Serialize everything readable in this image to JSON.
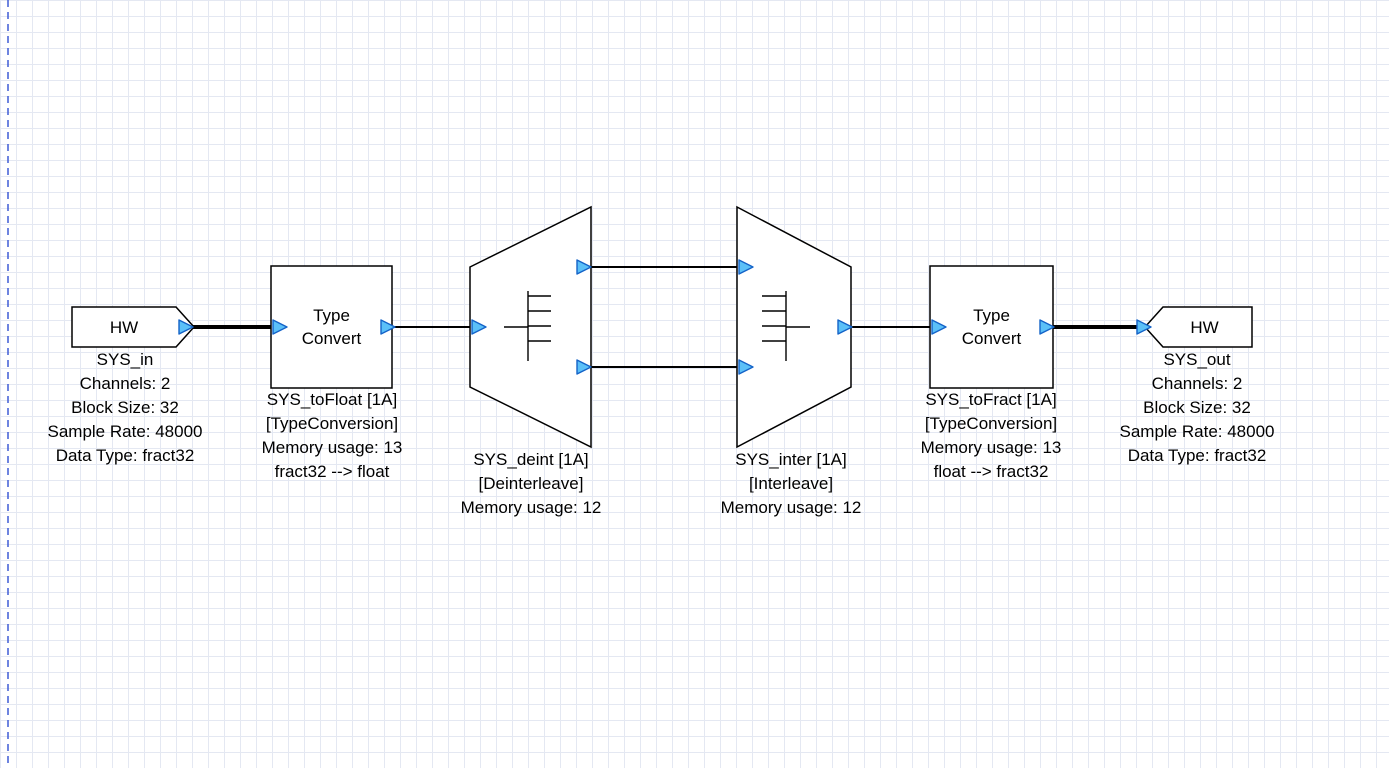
{
  "blocks": {
    "hw_in": {
      "title": "HW",
      "labels": [
        "SYS_in",
        "Channels: 2",
        "Block Size: 32",
        "Sample Rate: 48000",
        "Data Type: fract32"
      ]
    },
    "type_convert_in": {
      "title": "Type\nConvert",
      "labels": [
        "SYS_toFloat [1A]",
        "[TypeConversion]",
        "Memory usage: 13",
        "fract32 --> float"
      ]
    },
    "deinterleave": {
      "labels": [
        "SYS_deint [1A]",
        "[Deinterleave]",
        "Memory usage: 12"
      ]
    },
    "interleave": {
      "labels": [
        "SYS_inter [1A]",
        "[Interleave]",
        "Memory usage: 12"
      ]
    },
    "type_convert_out": {
      "title": "Type\nConvert",
      "labels": [
        "SYS_toFract [1A]",
        "[TypeConversion]",
        "Memory usage: 13",
        "float --> fract32"
      ]
    },
    "hw_out": {
      "title": "HW",
      "labels": [
        "SYS_out",
        "Channels: 2",
        "Block Size: 32",
        "Sample Rate: 48000",
        "Data Type: fract32"
      ]
    }
  },
  "colors": {
    "pin_fill": "#5bc0f8",
    "pin_border": "#1463c8",
    "wire": "#000000",
    "block_border": "#000000",
    "block_fill": "#ffffff",
    "grid_line": "#e4e8f2",
    "page_boundary": "#3f5bd6"
  }
}
